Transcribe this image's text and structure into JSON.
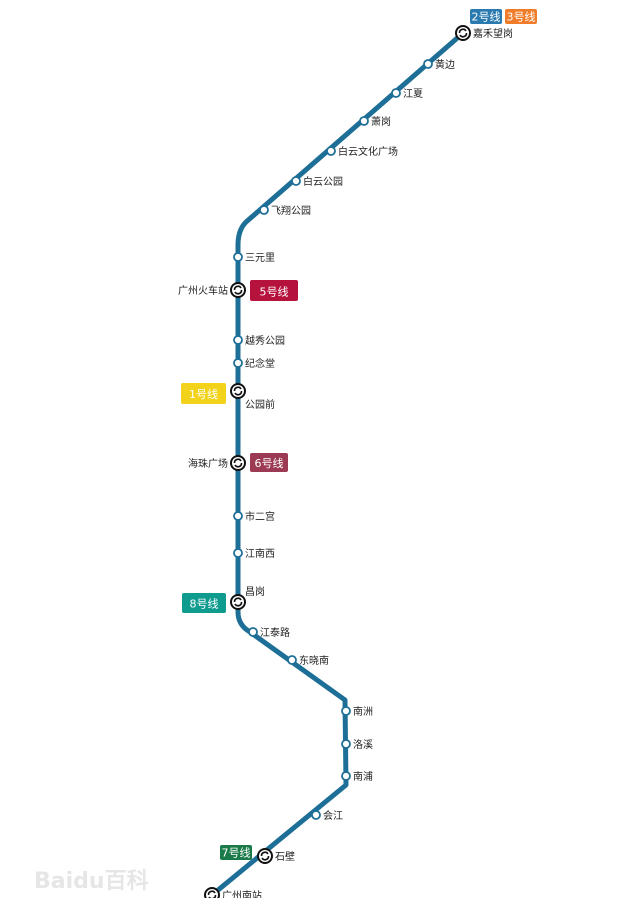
{
  "map": {
    "line_color": "#1e6f97",
    "stations": [
      {
        "name": "嘉禾望岗",
        "interchange": true
      },
      {
        "name": "黄边",
        "interchange": false
      },
      {
        "name": "江夏",
        "interchange": false
      },
      {
        "name": "萧岗",
        "interchange": false
      },
      {
        "name": "白云文化广场",
        "interchange": false
      },
      {
        "name": "白云公园",
        "interchange": false
      },
      {
        "name": "飞翔公园",
        "interchange": false
      },
      {
        "name": "三元里",
        "interchange": false
      },
      {
        "name": "广州火车站",
        "interchange": true
      },
      {
        "name": "越秀公园",
        "interchange": false
      },
      {
        "name": "纪念堂",
        "interchange": false
      },
      {
        "name": "公园前",
        "interchange": true
      },
      {
        "name": "海珠广场",
        "interchange": true
      },
      {
        "name": "市二宫",
        "interchange": false
      },
      {
        "name": "江南西",
        "interchange": false
      },
      {
        "name": "昌岗",
        "interchange": true
      },
      {
        "name": "江泰路",
        "interchange": false
      },
      {
        "name": "东晓南",
        "interchange": false
      },
      {
        "name": "南洲",
        "interchange": false
      },
      {
        "name": "洛溪",
        "interchange": false
      },
      {
        "name": "南浦",
        "interchange": false
      },
      {
        "name": "会江",
        "interchange": false
      },
      {
        "name": "石壁",
        "interchange": true
      },
      {
        "name": "广州南站",
        "interchange": true
      }
    ],
    "line_badges": [
      {
        "label": "2号线",
        "color": "#2a7ab0"
      },
      {
        "label": "3号线",
        "color": "#f07c2a"
      },
      {
        "label": "5号线",
        "color": "#b5123e"
      },
      {
        "label": "1号线",
        "color": "#f2d21a"
      },
      {
        "label": "6号线",
        "color": "#9b3a52"
      },
      {
        "label": "8号线",
        "color": "#0f9b8e"
      },
      {
        "label": "7号线",
        "color": "#1a7a4a"
      }
    ],
    "watermark": "Baidu百科"
  }
}
